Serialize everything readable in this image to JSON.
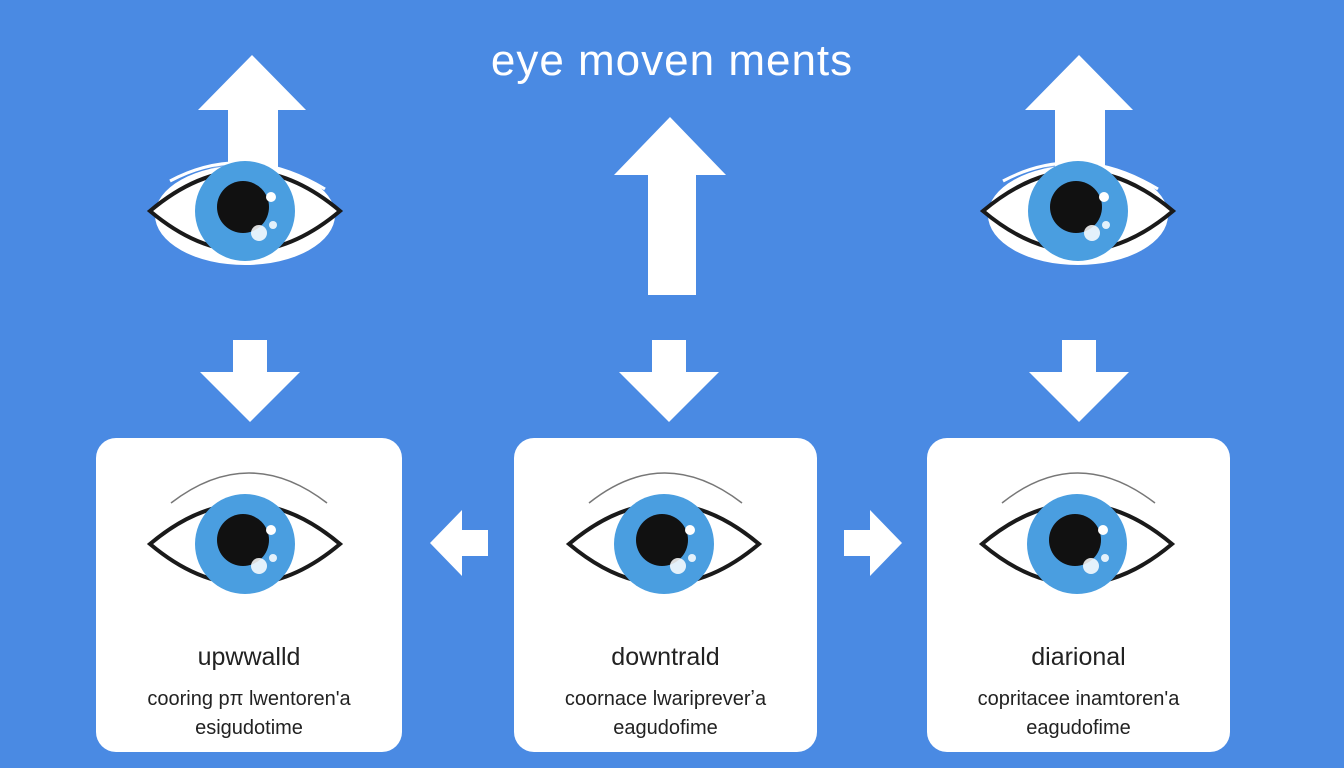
{
  "title": "eye moven ments",
  "colors": {
    "background": "#4a8ae3",
    "card": "#ffffff",
    "iris": "#4a9ee0",
    "pupil": "#111111",
    "arrow": "#ffffff",
    "outline": "#1a1a1a"
  },
  "cards": [
    {
      "label": "upwwalld",
      "desc_line1": "cooring pπ lwentoren'a",
      "desc_line2": "esigudotime"
    },
    {
      "label": "downtrald",
      "desc_line1": "coornace lwaripreverʼa",
      "desc_line2": "eagudofime"
    },
    {
      "label": "diarional",
      "desc_line1": "copritacee inamtoren'a",
      "desc_line2": "eagudofime"
    }
  ],
  "icons": [
    "up-arrow-icon",
    "down-arrow-icon",
    "left-arrow-icon",
    "right-arrow-icon",
    "eye-icon"
  ]
}
